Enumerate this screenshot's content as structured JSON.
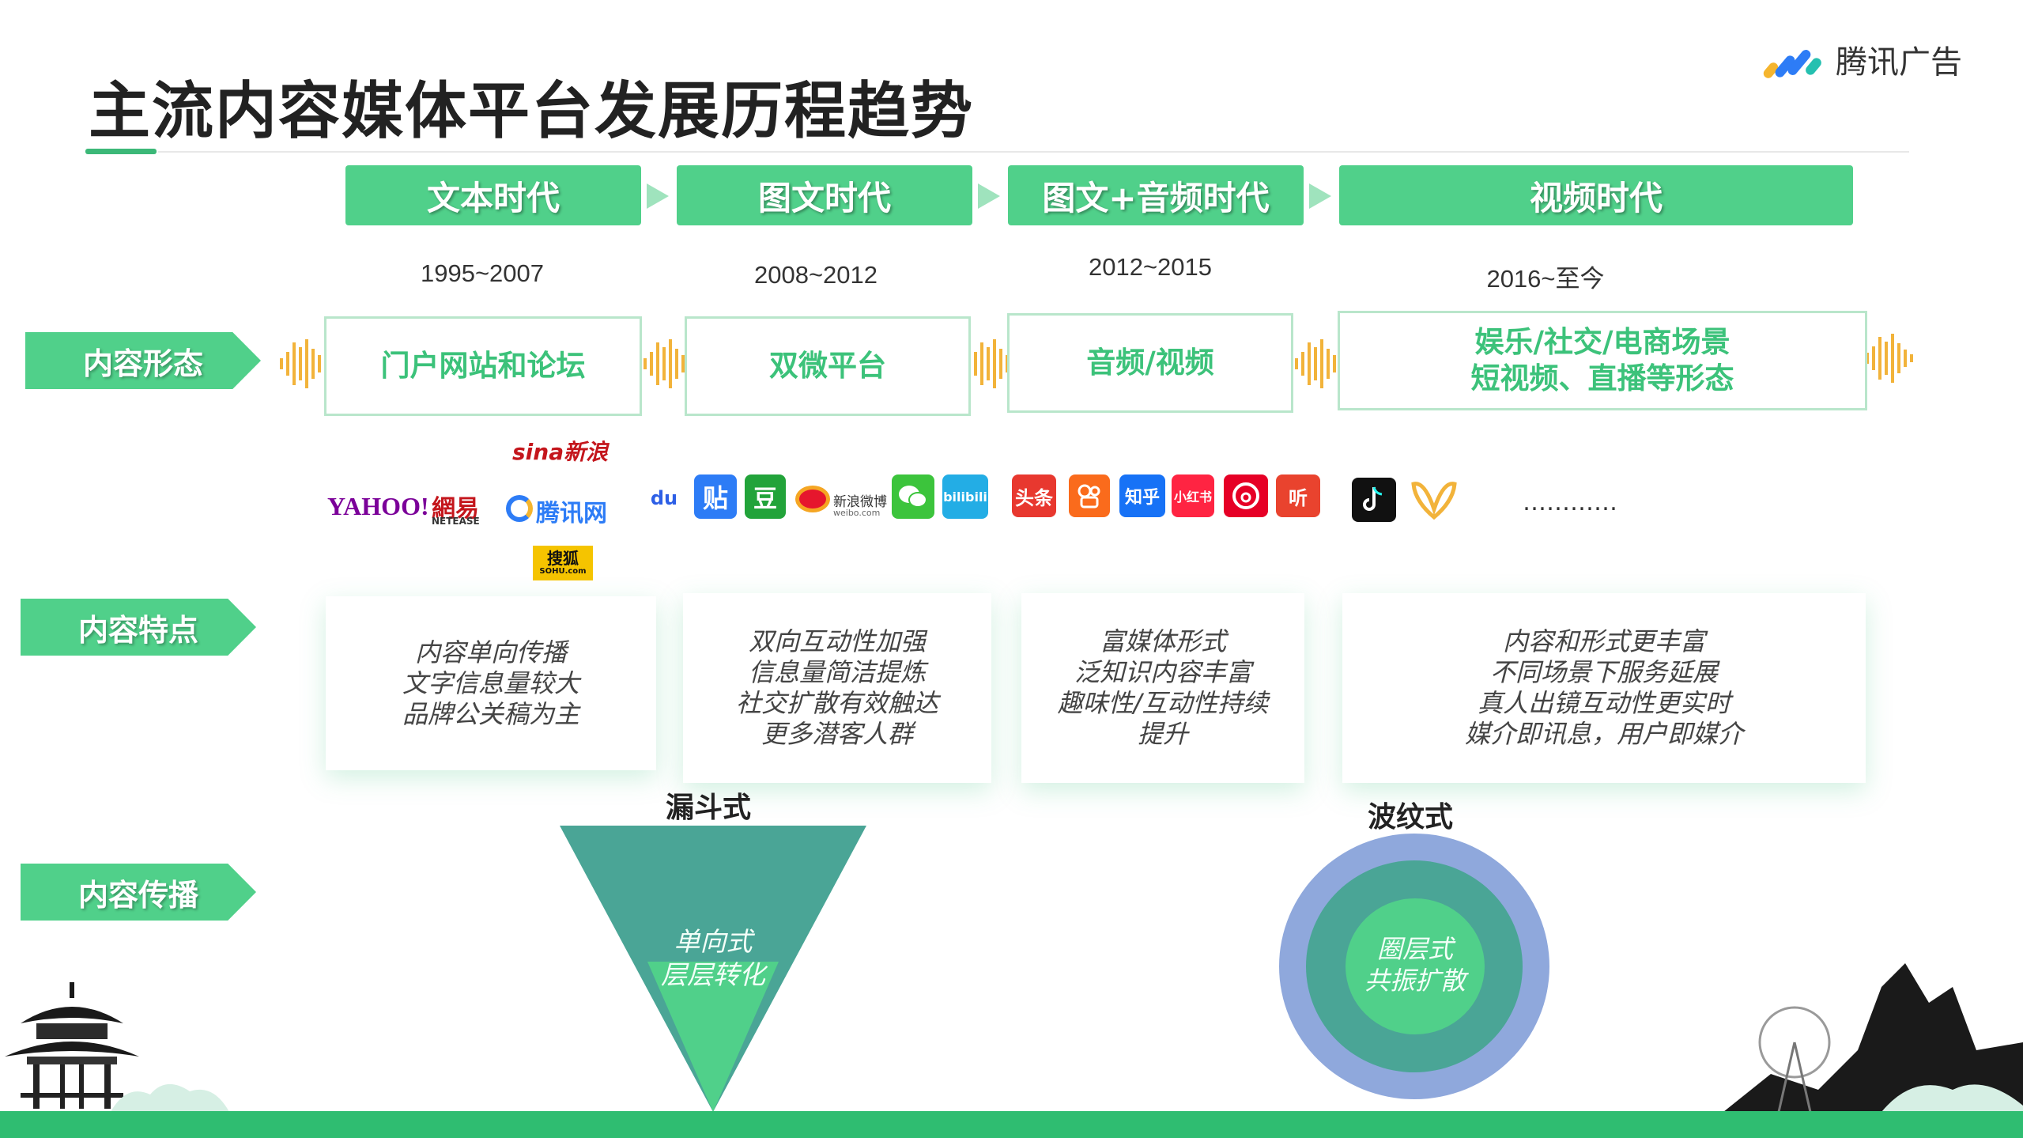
{
  "title": "主流内容媒体平台发展历程趋势",
  "logo": {
    "text": "腾讯广告"
  },
  "eras": [
    {
      "label": "文本时代",
      "years": "1995~2007"
    },
    {
      "label": "图文时代",
      "years": "2008~2012"
    },
    {
      "label": "图文+音频时代",
      "years": "2012~2015"
    },
    {
      "label": "视频时代",
      "years": "2016~至今"
    }
  ],
  "rows": {
    "form": "内容形态",
    "features": "内容特点",
    "spread": "内容传播"
  },
  "forms": [
    {
      "line1": "门户网站和论坛",
      "line2": ""
    },
    {
      "line1": "双微平台",
      "line2": ""
    },
    {
      "line1": "音频/视频",
      "line2": ""
    },
    {
      "line1": "娱乐/社交/电商场景",
      "line2": "短视频、直播等形态"
    }
  ],
  "brands": {
    "yahoo": "YAHOO!",
    "netease": "網易",
    "netease_sub": "NETEASE",
    "sina": "sina新浪",
    "tencent_news": "腾讯网",
    "sohu": "搜狐",
    "sohu_sub": "SOHU.com",
    "baidu": "du",
    "tieba": "贴",
    "douban": "豆",
    "weibo": "新浪微博",
    "weibo_sub": "weibo.com",
    "bilibili": "bilibili",
    "toutiao": "头条",
    "zhihu": "知乎",
    "xiaohongshu": "小红书",
    "ting": "听",
    "more": "…………"
  },
  "features": [
    [
      "内容单向传播",
      "文字信息量较大",
      "品牌公关稿为主"
    ],
    [
      "双向互动性加强",
      "信息量简洁提炼",
      "社交扩散有效触达",
      "更多潜客人群"
    ],
    [
      "富媒体形式",
      "泛知识内容丰富",
      "趣味性/互动性持续",
      "提升"
    ],
    [
      "内容和形式更丰富",
      "不同场景下服务延展",
      "真人出镜互动性更实时",
      "媒介即讯息，用户即媒介"
    ]
  ],
  "spread": {
    "funnel": {
      "title": "漏斗式",
      "line1": "单向式",
      "line2": "层层转化"
    },
    "ripple": {
      "title": "波纹式",
      "line1": "圈层式",
      "line2": "共振扩散"
    }
  },
  "colors": {
    "accent": "#50d08a",
    "accent_dark": "#2fbd71",
    "funnel_top": "#4aa596",
    "funnel_bottom": "#50d08a",
    "ripple_outer": "#8fa8dc",
    "ripple_mid": "#4aa596",
    "ripple_inner": "#50d08a"
  }
}
